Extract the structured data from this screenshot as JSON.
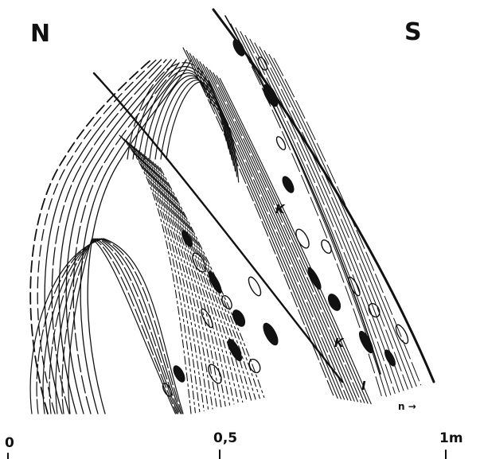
{
  "figure": {
    "compass_left": "N",
    "compass_right": "S",
    "label_k": "K",
    "label_lower": "K",
    "label_i": "I",
    "label_corner": "n →",
    "scale": {
      "start": "0",
      "middle": "0,5",
      "end": "1m"
    }
  },
  "colors": {
    "ink": "#111111",
    "paper": "#ffffff"
  }
}
